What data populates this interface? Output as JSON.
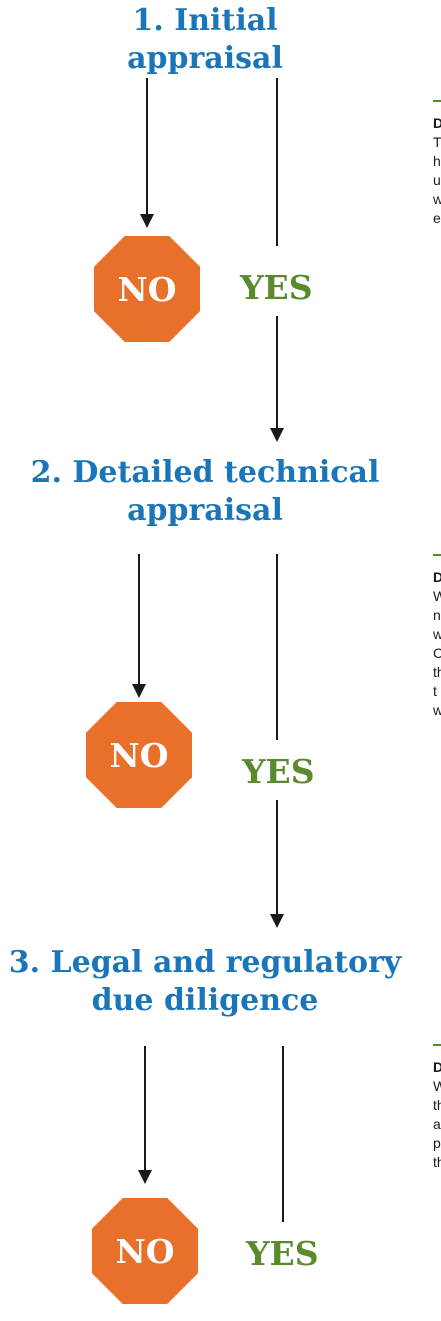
{
  "colors": {
    "title": "#1a76b9",
    "stop": "#e8702a",
    "yes": "#5a8a2c",
    "arrow": "#1a1a1a"
  },
  "stages": [
    {
      "title_line1": "1. Initial",
      "title_line2": "appraisal",
      "no_label": "NO",
      "yes_label": "YES",
      "side_text": {
        "heading": "D",
        "lines": [
          "T",
          "h",
          "u",
          "w",
          "e"
        ]
      }
    },
    {
      "title_line1": "2. Detailed technical",
      "title_line2": "appraisal",
      "no_label": "NO",
      "yes_label": "YES",
      "side_text": {
        "heading": "D",
        "lines": [
          "W",
          "n",
          "w",
          "C",
          "th",
          "t",
          "w"
        ]
      }
    },
    {
      "title_line1": "3. Legal and regulatory",
      "title_line2": "due diligence",
      "no_label": "NO",
      "yes_label": "YES",
      "side_text": {
        "heading": "D",
        "lines": [
          "W",
          "th",
          "a",
          "p",
          "th"
        ]
      }
    }
  ]
}
